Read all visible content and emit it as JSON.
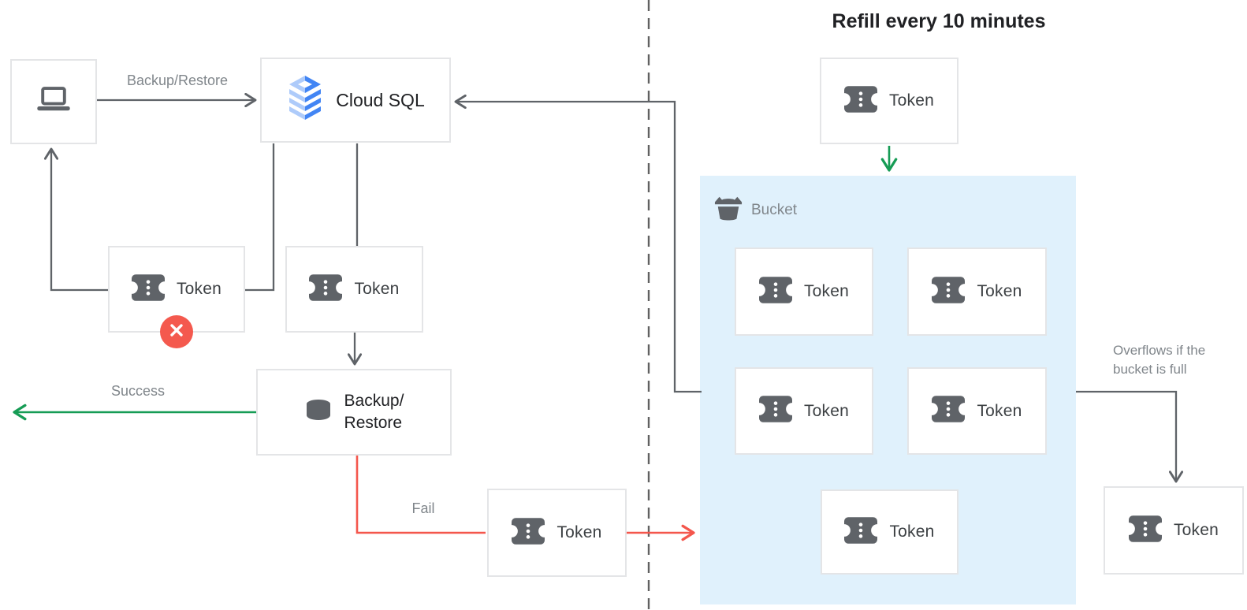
{
  "title": "Refill every 10 minutes",
  "nodes": {
    "client": {
      "icon": "laptop-icon"
    },
    "cloud_sql": {
      "label": "Cloud SQL",
      "icon": "cloud-sql-icon"
    },
    "backup_restore": {
      "label_line1": "Backup/",
      "label_line2": "Restore",
      "icon": "database-icon"
    }
  },
  "tokens": {
    "rejected": "Token",
    "queued": "Token",
    "failed": "Token",
    "refill": "Token",
    "overflow": "Token"
  },
  "bucket": {
    "label": "Bucket",
    "icon": "bucket-icon",
    "tokens": [
      "Token",
      "Token",
      "Token",
      "Token",
      "Token"
    ]
  },
  "edges": {
    "request_label": "Backup/Restore",
    "success_label": "Success",
    "fail_label": "Fail",
    "overflow_label_line1": "Overflows if the",
    "overflow_label_line2": "bucket is full"
  },
  "colors": {
    "success_green": "#169c55",
    "fail_red": "#f4564c",
    "badge_red": "#f4594e",
    "wire_gray": "#5f6368",
    "label_gray": "#80868b",
    "text_dark": "#202124",
    "bucket_fill": "#e0f1fc",
    "cloud_sql_blue": "#4285f4",
    "cloud_sql_light_blue": "#aecbfa",
    "box_border": "#e4e5e7"
  }
}
